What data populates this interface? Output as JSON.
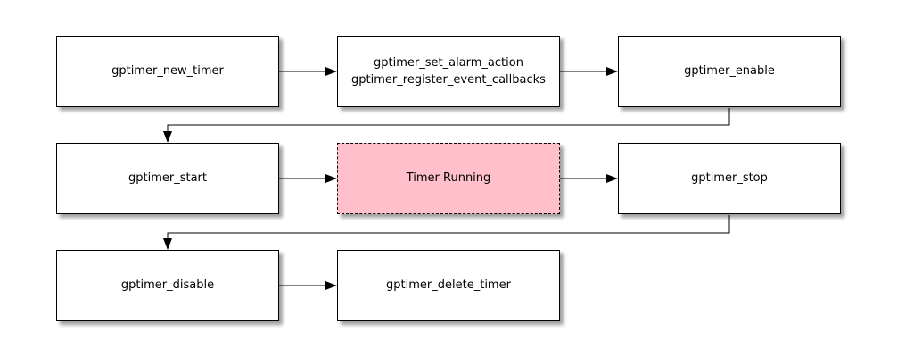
{
  "diagram": {
    "type": "flowchart",
    "nodes": [
      {
        "id": "gptimer_new_timer",
        "label": "gptimer_new_timer",
        "shape": "rect-solid-white"
      },
      {
        "id": "gptimer_configure",
        "label": "gptimer_set_alarm_action\ngptimer_register_event_callbacks",
        "shape": "rect-solid-white"
      },
      {
        "id": "gptimer_enable",
        "label": "gptimer_enable",
        "shape": "rect-solid-white"
      },
      {
        "id": "gptimer_start",
        "label": "gptimer_start",
        "shape": "rect-solid-white"
      },
      {
        "id": "timer_running",
        "label": "Timer Running",
        "shape": "rect-dashed-pink"
      },
      {
        "id": "gptimer_stop",
        "label": "gptimer_stop",
        "shape": "rect-solid-white"
      },
      {
        "id": "gptimer_disable",
        "label": "gptimer_disable",
        "shape": "rect-solid-white"
      },
      {
        "id": "gptimer_delete_timer",
        "label": "gptimer_delete_timer",
        "shape": "rect-solid-white"
      }
    ],
    "edges": [
      {
        "from": "gptimer_new_timer",
        "to": "gptimer_configure"
      },
      {
        "from": "gptimer_configure",
        "to": "gptimer_enable"
      },
      {
        "from": "gptimer_enable",
        "to": "gptimer_start"
      },
      {
        "from": "gptimer_start",
        "to": "timer_running"
      },
      {
        "from": "timer_running",
        "to": "gptimer_stop"
      },
      {
        "from": "gptimer_stop",
        "to": "gptimer_disable"
      },
      {
        "from": "gptimer_disable",
        "to": "gptimer_delete_timer"
      }
    ],
    "colors": {
      "node_fill": "#ffffff",
      "state_fill": "#ffc0cb",
      "line": "#000000",
      "text": "#000000",
      "background": "#ffffff"
    }
  }
}
